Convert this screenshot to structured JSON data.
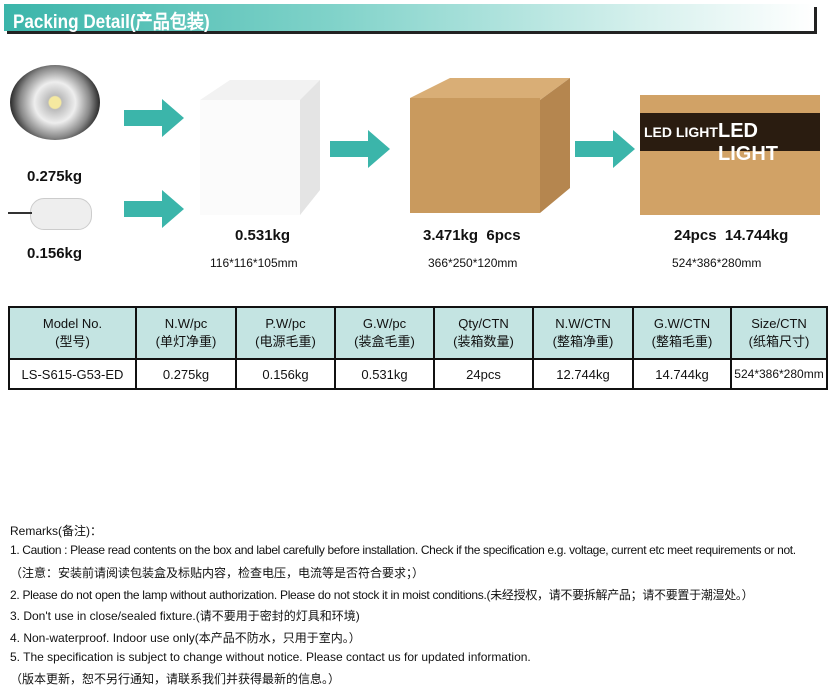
{
  "title": "Packing Detail(产品包装)",
  "steps": {
    "lamp_weight": "0.275kg",
    "driver_weight": "0.156kg",
    "giftbox_weight": "0.531kg",
    "giftbox_size": "116*116*105mm",
    "inner_weight": "3.471kg  6pcs",
    "inner_size": "366*250*120mm",
    "carton_weight": "24pcs  14.744kg",
    "carton_size": "524*386*280mm",
    "carton_brand": "LED LIGHT"
  },
  "table": {
    "headers": [
      [
        "Model No.",
        "(型号)"
      ],
      [
        "N.W/pc",
        "(单灯净重)"
      ],
      [
        "P.W/pc",
        "(电源毛重)"
      ],
      [
        "G.W/pc",
        "(装盒毛重)"
      ],
      [
        "Qty/CTN",
        "(装箱数量)"
      ],
      [
        "N.W/CTN",
        "(整箱净重)"
      ],
      [
        "G.W/CTN",
        "(整箱毛重)"
      ],
      [
        "Size/CTN",
        "(纸箱尺寸)"
      ]
    ],
    "row": [
      "LS-S615-G53-ED",
      "0.275kg",
      "0.156kg",
      "0.531kg",
      "24pcs",
      "12.744kg",
      "14.744kg",
      "524*386*280mm"
    ]
  },
  "remarks": {
    "title": "Remarks(备注)：",
    "lines": [
      "1. Caution : Please read contents on the box and label carefully before installation. Check if the specification e.g. voltage, current etc meet requirements or not.",
      "（注意：安装前请阅读包装盒及标贴内容，检查电压，电流等是否符合要求；）",
      "2. Please do not open the lamp without authorization. Please do not stock it in moist conditions.(未经授权，请不要拆解产品；请不要置于潮湿处。）",
      "3. Don't use in close/sealed fixture.(请不要用于密封的灯具和环境)",
      "4. Non-waterproof. Indoor use only(本产品不防水，只用于室内。）",
      "5. The specification is subject to change without notice. Please contact us for updated information.",
      "（版本更新，恕不另行通知，请联系我们并获得最新的信息。）"
    ]
  },
  "colors": {
    "accent": "#3bb5aa",
    "header_bg": "#c4e4e2"
  }
}
